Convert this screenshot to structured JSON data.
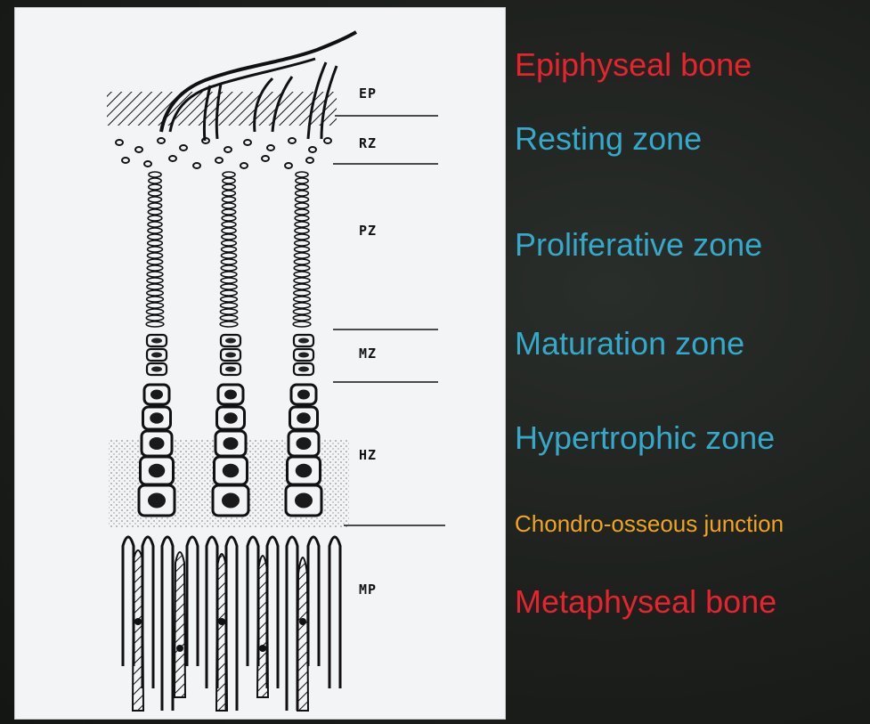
{
  "diagram": {
    "zone_codes": {
      "ep": "EP",
      "rz": "RZ",
      "pz": "PZ",
      "mz": "MZ",
      "hz": "HZ",
      "mp": "MP"
    }
  },
  "labels": {
    "epiphyseal_bone": "Epiphyseal bone",
    "resting_zone": "Resting zone",
    "proliferative_zone": "Proliferative zone",
    "maturation_zone": "Maturation zone",
    "hypertrophic_zone": "Hypertrophic zone",
    "chondro_osseous_junction": "Chondro-osseous junction",
    "metaphyseal_bone": "Metaphyseal bone"
  },
  "colors": {
    "bone_label": "#e8232d",
    "zone_label": "#35a9c9",
    "junction_label": "#f0a51c",
    "background": "#1c1f1c",
    "panel": "#f2f4f6",
    "ink": "#111111"
  }
}
